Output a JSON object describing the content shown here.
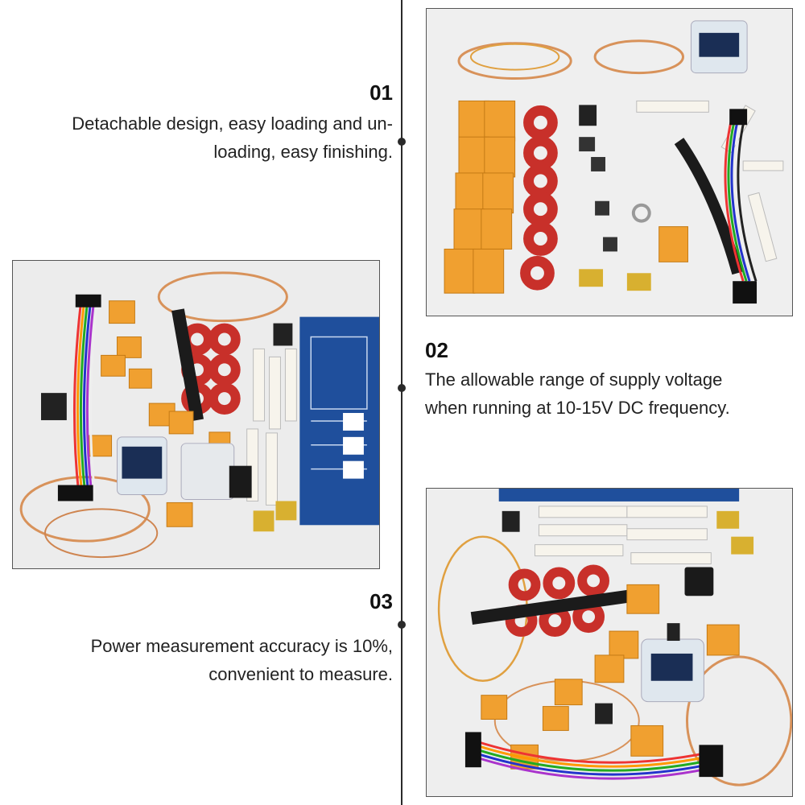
{
  "features": [
    {
      "number": "01",
      "lines": [
        "Detachable design, easy loading and un-",
        "loading, easy finishing."
      ]
    },
    {
      "number": "02",
      "lines": [
        "The allowable range of supply voltage",
        "when running at 10-15V DC frequency."
      ]
    },
    {
      "number": "03",
      "lines": [
        "Power measurement accuracy is 10%,",
        "convenient to measure."
      ]
    }
  ],
  "colors": {
    "relay": "#f0a030",
    "toroid": "#c8302a",
    "pcb": "#1f4f9c",
    "copper_wire": "#d8925a",
    "line": "#2a2a2a"
  }
}
